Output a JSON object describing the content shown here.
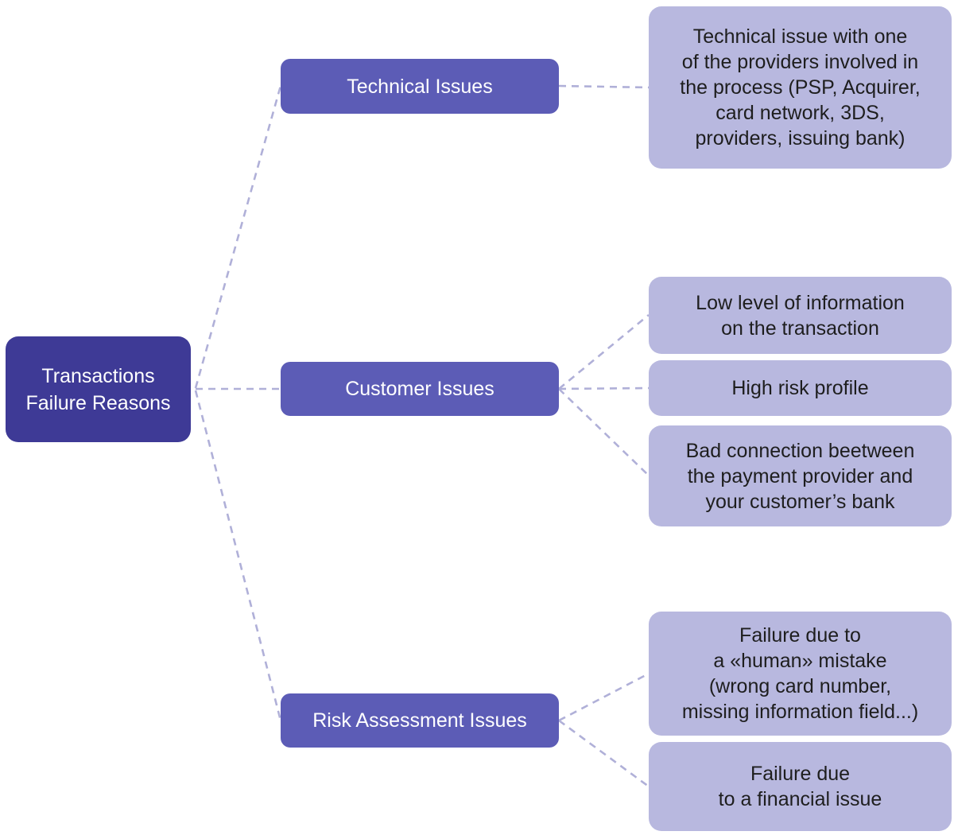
{
  "colors": {
    "root_bg": "#3e3a96",
    "branch_bg": "#5c5cb6",
    "leaf_bg": "#b8b8df",
    "connector": "#b0b0d8",
    "root_text": "#ffffff",
    "branch_text": "#ffffff",
    "leaf_text": "#1e1e1e",
    "background": "#ffffff"
  },
  "chart_data": {
    "type": "tree-diagram",
    "root": "Transactions Failure Reasons",
    "branches": [
      {
        "label": "Technical Issues",
        "children": [
          "Technical issue with one of the providers involved in the process (PSP, Acquirer, card network, 3DS, providers, issuing bank)"
        ]
      },
      {
        "label": "Customer Issues",
        "children": [
          "Low level of information on the transaction",
          "High risk profile",
          "Bad connection beetween the payment provider and your customer’s bank"
        ]
      },
      {
        "label": "Risk Assessment Issues",
        "children": [
          "Failure due to a «human» mistake (wrong card number, missing information field...)",
          "Failure due to a financial issue"
        ]
      }
    ]
  },
  "root": {
    "label": "Transactions\nFailure Reasons"
  },
  "branches": [
    {
      "label": "Technical Issues",
      "children": [
        {
          "text": "Technical issue with one\nof the providers involved in\nthe process (PSP, Acquirer,\ncard network, 3DS,\nproviders, issuing bank)"
        }
      ]
    },
    {
      "label": "Customer Issues",
      "children": [
        {
          "text": "Low level of information\non the transaction"
        },
        {
          "text": "High risk profile"
        },
        {
          "text": "Bad connection beetween\nthe payment provider and\nyour customer’s bank"
        }
      ]
    },
    {
      "label": "Risk Assessment Issues",
      "children": [
        {
          "text": "Failure due to\na «human» mistake\n(wrong card number,\nmissing information field...)"
        },
        {
          "text": "Failure due\nto a financial issue"
        }
      ]
    }
  ]
}
